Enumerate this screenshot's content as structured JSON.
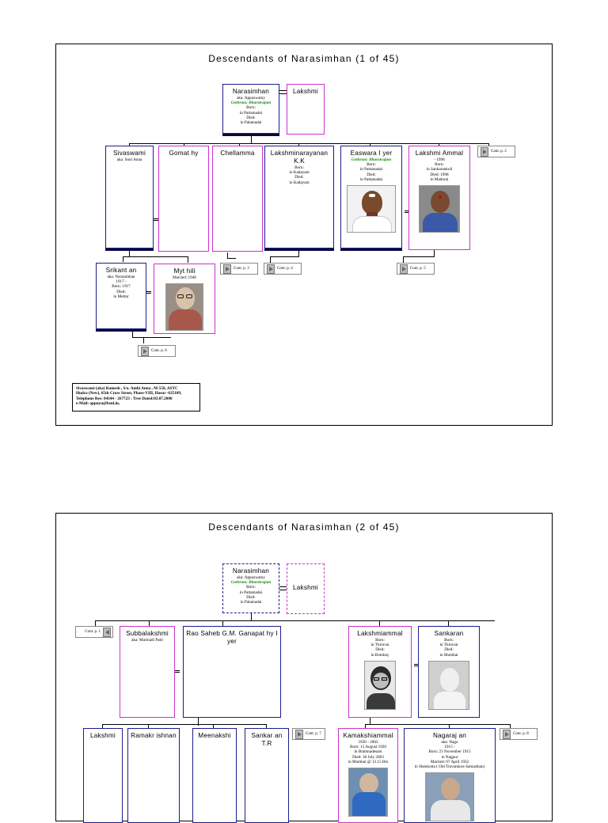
{
  "page1": {
    "title": "Descendants of Narasimhan (1 of 45)",
    "narasimhan": {
      "name": "Narasimhan",
      "aka": "aka: Appuswamy",
      "gothram": "Gothram: Bharatvajam",
      "l1": "Born:",
      "l2": "in Pattamadai",
      "l3": "Died:",
      "l4": "in Palamadai"
    },
    "lakshmi": {
      "name": "Lakshmi"
    },
    "sivaswami": {
      "name": "Sivaswami",
      "aka": "aka: Soni Anna"
    },
    "gomathy": {
      "name": "Gomat hy"
    },
    "chellamma": {
      "name": "Chellamma"
    },
    "lakshminarayanan": {
      "name": "Lakshminarayanan K.K",
      "l1": "Born:",
      "l2": "in Kadayam",
      "l3": "Died:",
      "l4": "in Kadayam"
    },
    "easwara": {
      "name": "Easwara I yer",
      "gothram": "Gothram: Bharatvajam",
      "l1": "Born:",
      "l2": "in Pattamadai",
      "l3": "Died:",
      "l4": "in Pattamadai"
    },
    "lakshmi_ammal": {
      "name": "Lakshmi Ammal",
      "l0": "- 1998",
      "l1": "Born:",
      "l2": "in Sankarankoil",
      "l3": "Died: 1998",
      "l4": "in Madurai"
    },
    "srikantan": {
      "name": "Srikant an",
      "aka": "aka: Narasimhan",
      "l0": "1917 -",
      "l1": "Born: 1917",
      "l2": "Died:",
      "l3": "in Mettur"
    },
    "mythili": {
      "name": "Myt hili",
      "l1": "Married: 1940"
    },
    "cont_p2": "Cont. p. 2",
    "cont_p3": "Cont. p. 3",
    "cont_p4": "Cont. p. 4",
    "cont_p5": "Cont. p. 5",
    "cont_p6": "Cont. p. 6",
    "note": {
      "l1": "Sivaswami (aka) Ramesh , S/o. Ambi Anna , M-558, ASTC",
      "l2": "Hudco (New), 65th Cross Street, Phase-VIII, Hosur -635109,",
      "l3": "Telephone Res: 04344 - 267723 : Tree Dated:03.07.2008",
      "l4": "e-Mail: appuyu@bsnl.in,"
    }
  },
  "page2": {
    "title": "Descendants of Narasimhan (2 of 45)",
    "narasimhan": {
      "name": "Narasimhan",
      "aka": "aka: Appuswamy",
      "gothram": "Gothram: Bharatvajam",
      "l1": "Born:",
      "l2": "in Pattamadai",
      "l3": "Died:",
      "l4": "in Palamadai"
    },
    "lakshmi": {
      "name": "Lakshmi"
    },
    "cont_p1": "Cont. p. 1",
    "subbalakshmi": {
      "name": "Subbalakshmi",
      "aka": "aka: Marinadi Patti"
    },
    "ganapathy": {
      "name": "Rao Saheb G.M. Ganapat hy I yer"
    },
    "lakshmiammal": {
      "name": "Lakshmiammal",
      "l1": "Born:",
      "l2": "in Thiruvai",
      "l3": "Died:",
      "l4": "in Bombay"
    },
    "sankaran": {
      "name": "Sankaran",
      "l1": "Born:",
      "l2": "in Thiruvai",
      "l3": "Died:",
      "l4": "in Mumbai"
    },
    "lakshmi2": {
      "name": "Lakshmi"
    },
    "ramakrishnan": {
      "name": "Ramakr ishnan"
    },
    "meenakshi": {
      "name": "Meenakshi"
    },
    "sankaran_tr": {
      "name": "Sankar an T.R"
    },
    "cont_p7": "Cont. p. 7",
    "kamakshiammal": {
      "name": "Kamakshiammal",
      "l0": "1920 - 2003",
      "l1": "Born: 15 August 1920",
      "l2": "in Brahmadesam",
      "l3": "Died: 30 July 2003",
      "l4": "in Mumbai @ 13.15 Hrs"
    },
    "nagarajan": {
      "name": "Nagaraj an",
      "aka": "aka: Nagu",
      "l0": "1915 -",
      "l1": "Born: 23 November 1915",
      "l2": "in Nagpur",
      "l3": "Married: 07 April 1932",
      "l4": "in Shenkotta ( Old Travankore Samasthan)"
    },
    "cont_p8": "Cont. p. 8"
  }
}
